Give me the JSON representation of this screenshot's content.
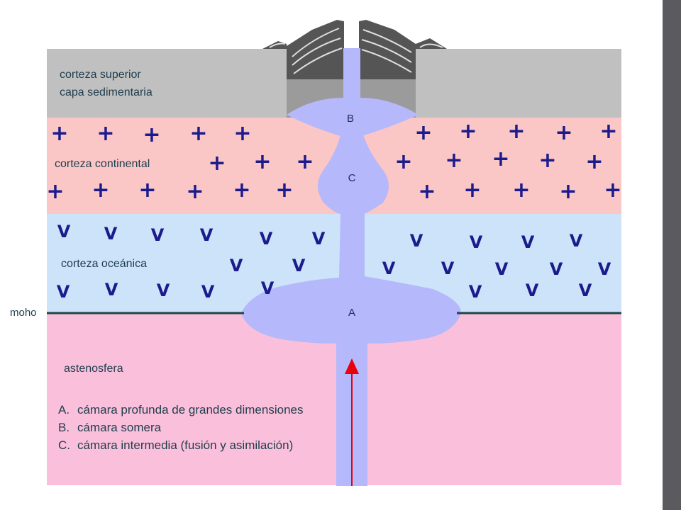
{
  "labels": {
    "upper_crust_1": "corteza superior",
    "upper_crust_2": "capa sedimentaria",
    "continental_crust": "corteza continental",
    "oceanic_crust": "corteza oceánica",
    "moho": "moho",
    "asthenosphere": "astenosfera"
  },
  "chambers": {
    "a": "A",
    "b": "B",
    "c": "C"
  },
  "legend": [
    {
      "key": "A.",
      "text": "cámara profunda de grandes dimensiones"
    },
    {
      "key": "B.",
      "text": "cámara somera"
    },
    {
      "key": "C.",
      "text": "cámara intermedia (fusión y asimilación)"
    }
  ],
  "symbols": {
    "continental": "+",
    "oceanic": "V"
  },
  "colors": {
    "upper_crust": "#c0c0c0",
    "continental_crust": "#fbc6c6",
    "oceanic_crust": "#cce3fa",
    "asthenosphere": "#fac0db",
    "magma": "#b5b8fb",
    "arrow": "#e8000b",
    "moho_line": "#1e4646",
    "volcano": "#555555",
    "side_bar": "#5b5a5f"
  }
}
